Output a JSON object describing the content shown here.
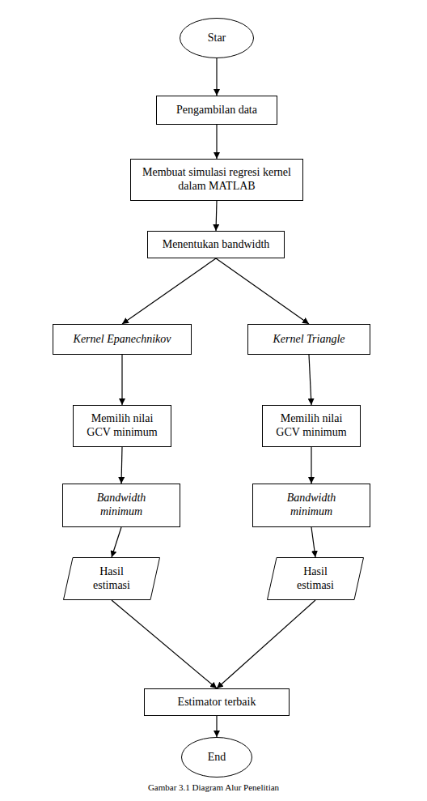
{
  "diagram": {
    "caption": "Gambar 3.1 Diagram Alur Penelitian",
    "nodes": [
      {
        "text": [
          "Star"
        ]
      },
      {
        "text": [
          "Pengambilan data"
        ]
      },
      {
        "text": [
          "Membuat simulasi regresi kernel dalam MATLAB"
        ]
      },
      {
        "text": [
          "Menentukan bandwidth"
        ]
      },
      {
        "text": [
          "Kernel Epanechnikov"
        ]
      },
      {
        "text": [
          "Kernel Triangle"
        ]
      },
      {
        "text": [
          "Memilih nilai GCV minimum"
        ]
      },
      {
        "text": [
          "Memilih nilai GCV minimum"
        ]
      },
      {
        "text": [
          "Bandwidth minimum"
        ]
      },
      {
        "text": [
          "Bandwidth minimum"
        ]
      },
      {
        "text": [
          "Hasil estimasi"
        ]
      },
      {
        "text": [
          "Hasil estimasi"
        ]
      },
      {
        "text": [
          "Estimator terbaik"
        ]
      },
      {
        "text": [
          "End"
        ]
      }
    ],
    "edges": [
      {
        "from": 0,
        "to": 1,
        "arrow": "to"
      },
      {
        "from": 1,
        "to": 2,
        "arrow": "to"
      },
      {
        "from": 2,
        "to": 3,
        "arrow": "to"
      },
      {
        "from": 3,
        "to": 4,
        "arrow": "to"
      },
      {
        "from": 3,
        "to": 5,
        "arrow": "to"
      },
      {
        "from": 4,
        "to": 6,
        "arrow": "to"
      },
      {
        "from": 5,
        "to": 7,
        "arrow": "to"
      },
      {
        "from": 6,
        "to": 8,
        "arrow": "to"
      },
      {
        "from": 7,
        "to": 9,
        "arrow": "to"
      },
      {
        "from": 8,
        "to": 10,
        "arrow": "to"
      },
      {
        "from": 9,
        "to": 11,
        "arrow": "to"
      },
      {
        "from": 10,
        "to": 12,
        "arrow": "to"
      },
      {
        "from": 11,
        "to": 12,
        "arrow": "to"
      },
      {
        "from": 12,
        "to": 13,
        "arrow": "to"
      }
    ]
  }
}
